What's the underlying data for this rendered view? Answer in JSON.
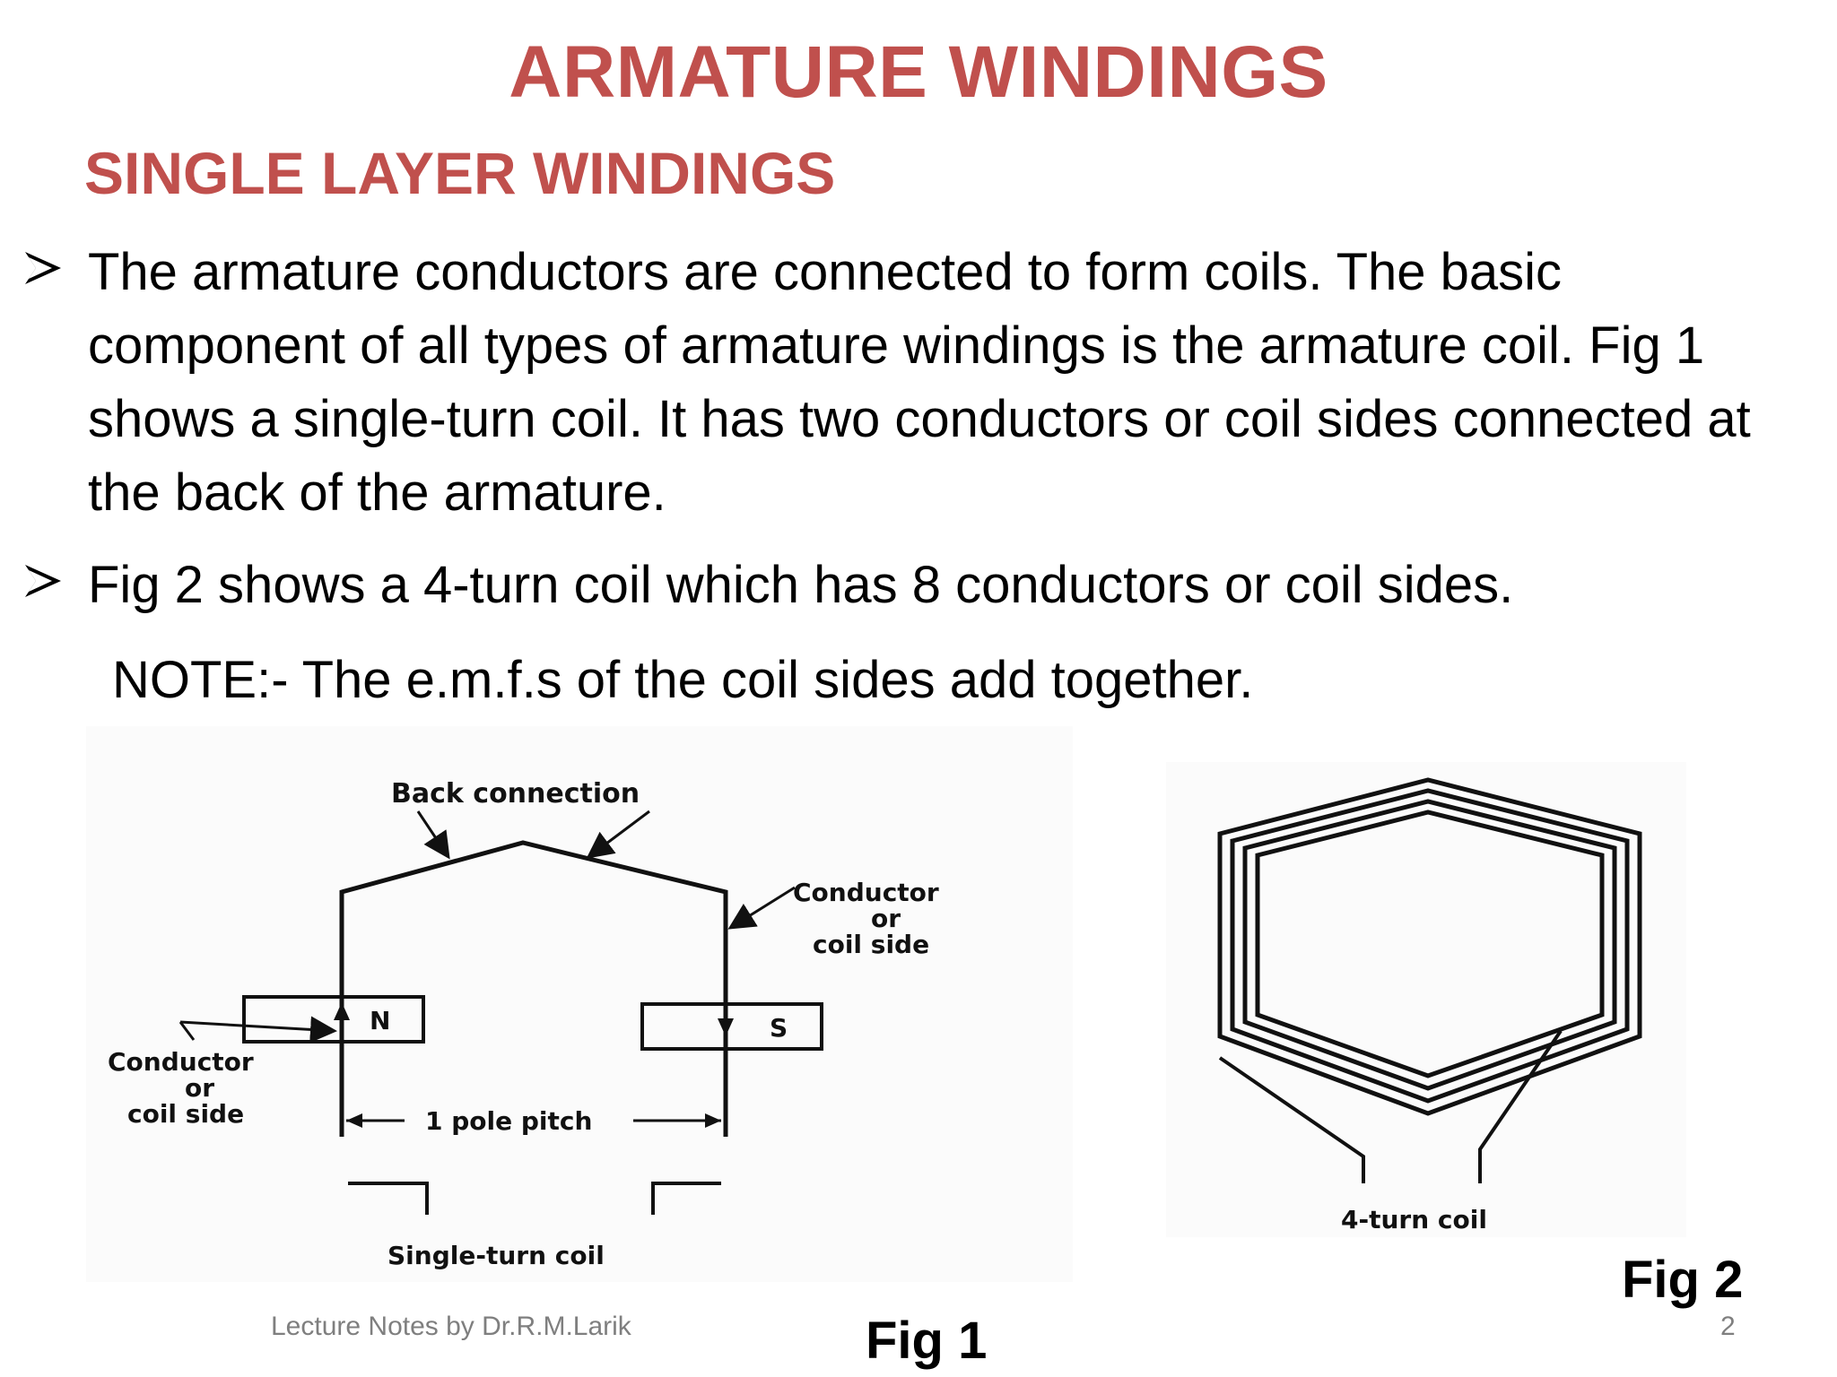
{
  "title": "ARMATURE WINDINGS",
  "subtitle": "SINGLE LAYER WINDINGS",
  "bullets": [
    "The armature conductors are connected to form coils. The basic component of all types of armature windings is the armature coil. Fig 1 shows a single-turn coil. It has two conductors or coil sides connected at the back of the armature.",
    "Fig 2 shows a 4-turn coil which has 8 conductors or coil sides."
  ],
  "note": "NOTE:- The e.m.f.s of  the coil sides add together.",
  "fig1": {
    "label": "Fig 1",
    "back_connection": "Back connection",
    "conductor_right_1": "Conductor",
    "conductor_right_2": "or",
    "conductor_right_3": "coil side",
    "conductor_left_1": "Conductor",
    "conductor_left_2": "or",
    "conductor_left_3": "coil side",
    "pole_n": "N",
    "pole_s": "S",
    "pole_pitch": "1 pole pitch",
    "caption": "Single-turn coil"
  },
  "fig2": {
    "label": "Fig 2",
    "caption": "4-turn coil"
  },
  "footer": "Lecture Notes by Dr.R.M.Larik",
  "page_number": "2",
  "colors": {
    "heading": "#c0504d",
    "footer": "#7f7f7f"
  }
}
